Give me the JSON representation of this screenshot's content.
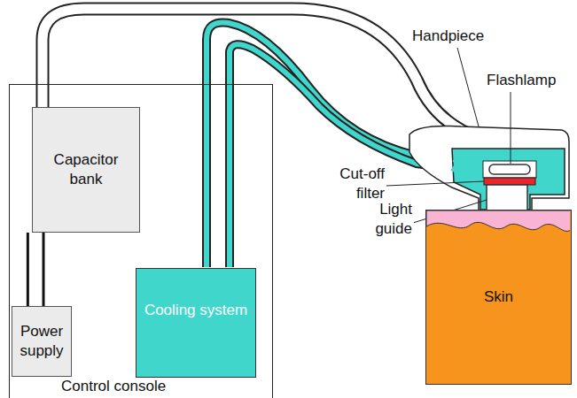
{
  "diagram": {
    "nodes": [
      {
        "text": [
          "Control console"
        ]
      },
      {
        "text": [
          "Capacitor bank"
        ],
        "in": 0
      },
      {
        "text": [
          "Power supply"
        ],
        "in": 0
      },
      {
        "text": [
          "Cooling system"
        ],
        "in": 0
      },
      {
        "text": [
          "Skin"
        ]
      }
    ],
    "edges": [
      {
        "from": 2,
        "to": 1,
        "arrow": "none"
      }
    ],
    "labels": [
      "Handpiece",
      "Flashlamp",
      "Cut-off filter",
      "Light guide"
    ]
  }
}
